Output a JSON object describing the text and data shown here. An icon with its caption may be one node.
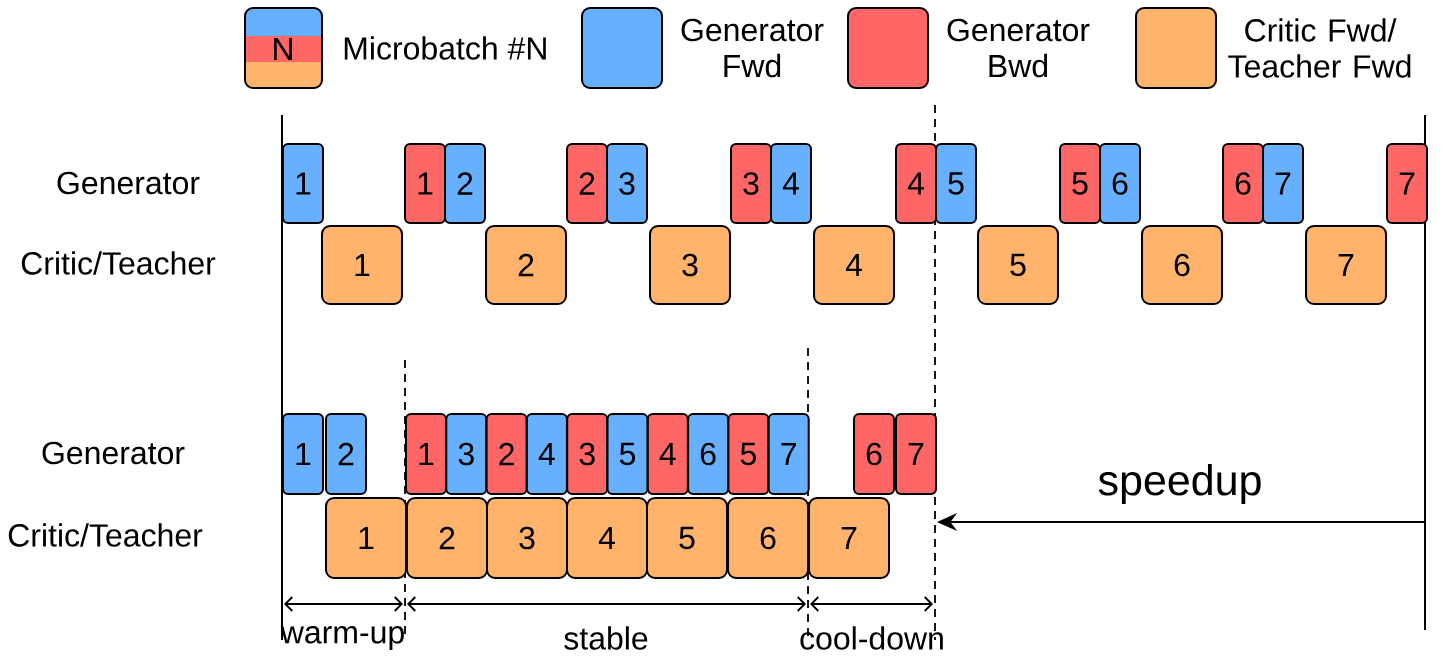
{
  "diagram": {
    "nodes": [
      {
        "text": [
          "1"
        ]
      },
      {
        "text": [
          "1"
        ]
      },
      {
        "text": [
          "2"
        ]
      },
      {
        "text": [
          "2"
        ]
      },
      {
        "text": [
          "3"
        ]
      },
      {
        "text": [
          "3"
        ]
      },
      {
        "text": [
          "4"
        ]
      },
      {
        "text": [
          "4"
        ]
      },
      {
        "text": [
          "5"
        ]
      },
      {
        "text": [
          "5"
        ]
      },
      {
        "text": [
          "6"
        ]
      },
      {
        "text": [
          "6"
        ]
      },
      {
        "text": [
          "7"
        ]
      },
      {
        "text": [
          "7"
        ]
      },
      {
        "text": [
          "1"
        ]
      },
      {
        "text": [
          "2"
        ]
      },
      {
        "text": [
          "3"
        ]
      },
      {
        "text": [
          "4"
        ]
      },
      {
        "text": [
          "5"
        ]
      },
      {
        "text": [
          "6"
        ]
      },
      {
        "text": [
          "7"
        ]
      },
      {
        "text": [
          "1"
        ]
      },
      {
        "text": [
          "2"
        ]
      },
      {
        "text": [
          "1"
        ]
      },
      {
        "text": [
          "3"
        ]
      },
      {
        "text": [
          "2"
        ]
      },
      {
        "text": [
          "4"
        ]
      },
      {
        "text": [
          "3"
        ]
      },
      {
        "text": [
          "5"
        ]
      },
      {
        "text": [
          "4"
        ]
      },
      {
        "text": [
          "6"
        ]
      },
      {
        "text": [
          "5"
        ]
      },
      {
        "text": [
          "7"
        ]
      },
      {
        "text": [
          "6"
        ]
      },
      {
        "text": [
          "7"
        ]
      },
      {
        "text": [
          "1"
        ]
      },
      {
        "text": [
          "2"
        ]
      },
      {
        "text": [
          "3"
        ]
      },
      {
        "text": [
          "4"
        ]
      },
      {
        "text": [
          "5"
        ]
      },
      {
        "text": [
          "6"
        ]
      },
      {
        "text": [
          "7"
        ]
      }
    ],
    "labels": [
      "N",
      "Generator",
      "Critic/Teacher",
      "Generator",
      "speedup",
      "Critic/Teacher",
      "warm-up",
      "stable",
      "cool-down"
    ],
    "legend": [
      {
        "text": "Microbatch #N"
      },
      {
        "text": "Generator Fwd",
        "color": "#66b0ff"
      },
      {
        "text": "Generator Bwd",
        "color": "#ff6666"
      },
      {
        "text": "Critic Fwd/ Teacher Fwd",
        "color": "#ffb36b"
      }
    ]
  }
}
